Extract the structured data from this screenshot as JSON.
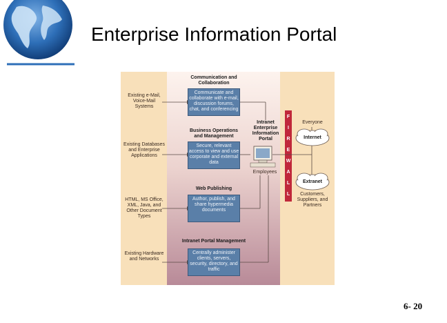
{
  "slide": {
    "title": "Enterprise Information Portal",
    "page_number": "6- 20"
  },
  "diagram": {
    "left_labels": {
      "email": "Existing e-Mail, Voice-Mail Systems",
      "databases": "Existing Databases and Enterprise Applications",
      "documents": "HTML, MS Office, XML, Java, and Other Document Types",
      "hardware": "Existing Hardware and Networks"
    },
    "sections": {
      "communication": {
        "header": "Communication and Collaboration",
        "box": "Communicate and collaborate with e-mail, discussion forums, chat, and conferencing"
      },
      "business": {
        "header": "Business Operations and Management",
        "box": "Secure, relevant access to view and use corporate and external data"
      },
      "publishing": {
        "header": "Web Publishing",
        "box": "Author, publish, and share hypermedia documents"
      },
      "portal_mgmt": {
        "header": "Intranet Portal Management",
        "box": "Centrally administer clients, servers, security, directory, and traffic"
      }
    },
    "portal_label": "Intranet Enterprise Information Portal",
    "employees_label": "Employees",
    "firewall_letters": [
      "F",
      "I",
      "R",
      "E",
      "W",
      "A",
      "L",
      "L"
    ],
    "everyone_label": "Everyone",
    "internet_label": "Internet",
    "extranet_label": "Extranet",
    "partners_label": "Customers, Suppliers, and Partners",
    "colors": {
      "outer_bg": "#f8e0ba",
      "center_top": "#fdf3ee",
      "center_bottom": "#b88a98",
      "firewall": "#c0283a",
      "box": "#5a7fa8"
    }
  }
}
